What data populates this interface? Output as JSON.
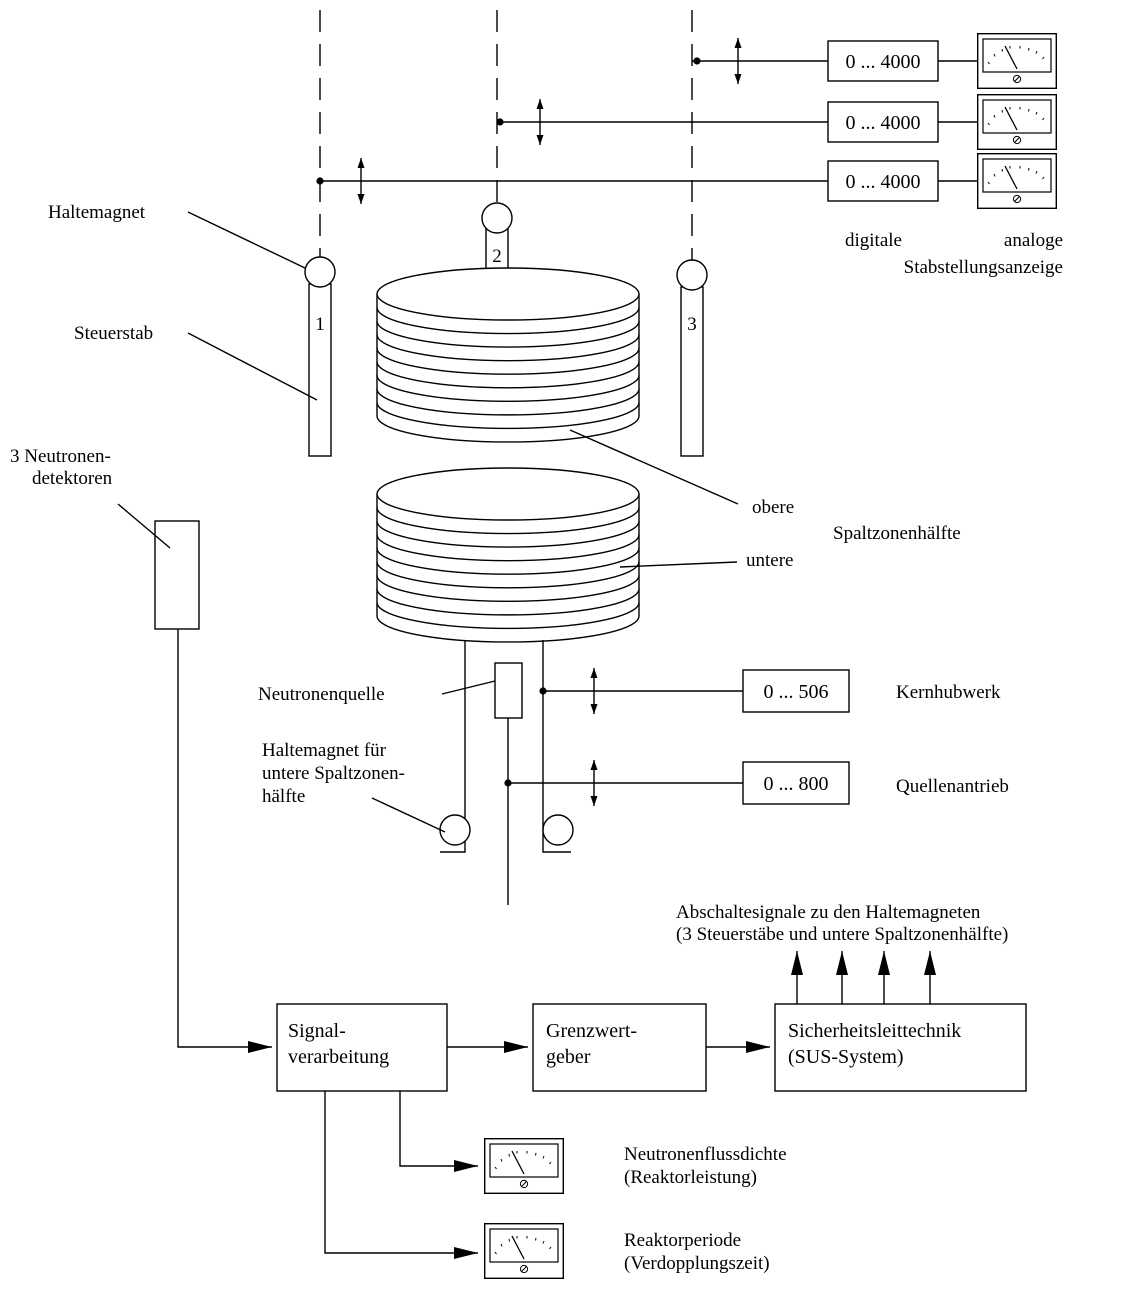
{
  "labels": {
    "haltemagnet": "Haltemagnet",
    "steuerstab": "Steuerstab",
    "detectors_line1": "3 Neutronen-",
    "detectors_line2": "detektoren",
    "digitale": "digitale",
    "analoge": "analoge",
    "stabstellung": "Stabstellungsanzeige",
    "obere": "obere",
    "spaltzonenhaelfte": "Spaltzonenhälfte",
    "untere": "untere",
    "neutronenquelle": "Neutronenquelle",
    "haltemagnet_unten_1": "Haltemagnet für",
    "haltemagnet_unten_2": "untere Spaltzonen-",
    "haltemagnet_unten_3": "hälfte",
    "kernhubwerk": "Kernhubwerk",
    "quellenantrieb": "Quellenantrieb",
    "abschalt_1": "Abschaltesignale zu den Haltemagneten",
    "abschalt_2": "(3 Steuerstäbe und untere Spaltzonenhälfte)",
    "neutronenfluss_1": "Neutronenflussdichte",
    "neutronenfluss_2": "(Reaktorleistung)",
    "reaktorperiode_1": "Reaktorperiode",
    "reaktorperiode_2": "(Verdopplungszeit)"
  },
  "rods": [
    {
      "number": "1"
    },
    {
      "number": "2"
    },
    {
      "number": "3"
    }
  ],
  "ranges": {
    "rod3": "0 ... 4000",
    "rod2": "0 ... 4000",
    "rod1": "0 ... 4000",
    "kernhub": "0 ... 506",
    "quelle": "0 ... 800"
  },
  "blocks": {
    "signal_1": "Signal-",
    "signal_2": "verarbeitung",
    "grenz_1": "Grenzwert-",
    "grenz_2": "geber",
    "sicher_1": "Sicherheitsleittechnik",
    "sicher_2": "(SUS-System)"
  },
  "colors": {
    "stroke": "#000000",
    "background": "#ffffff"
  }
}
